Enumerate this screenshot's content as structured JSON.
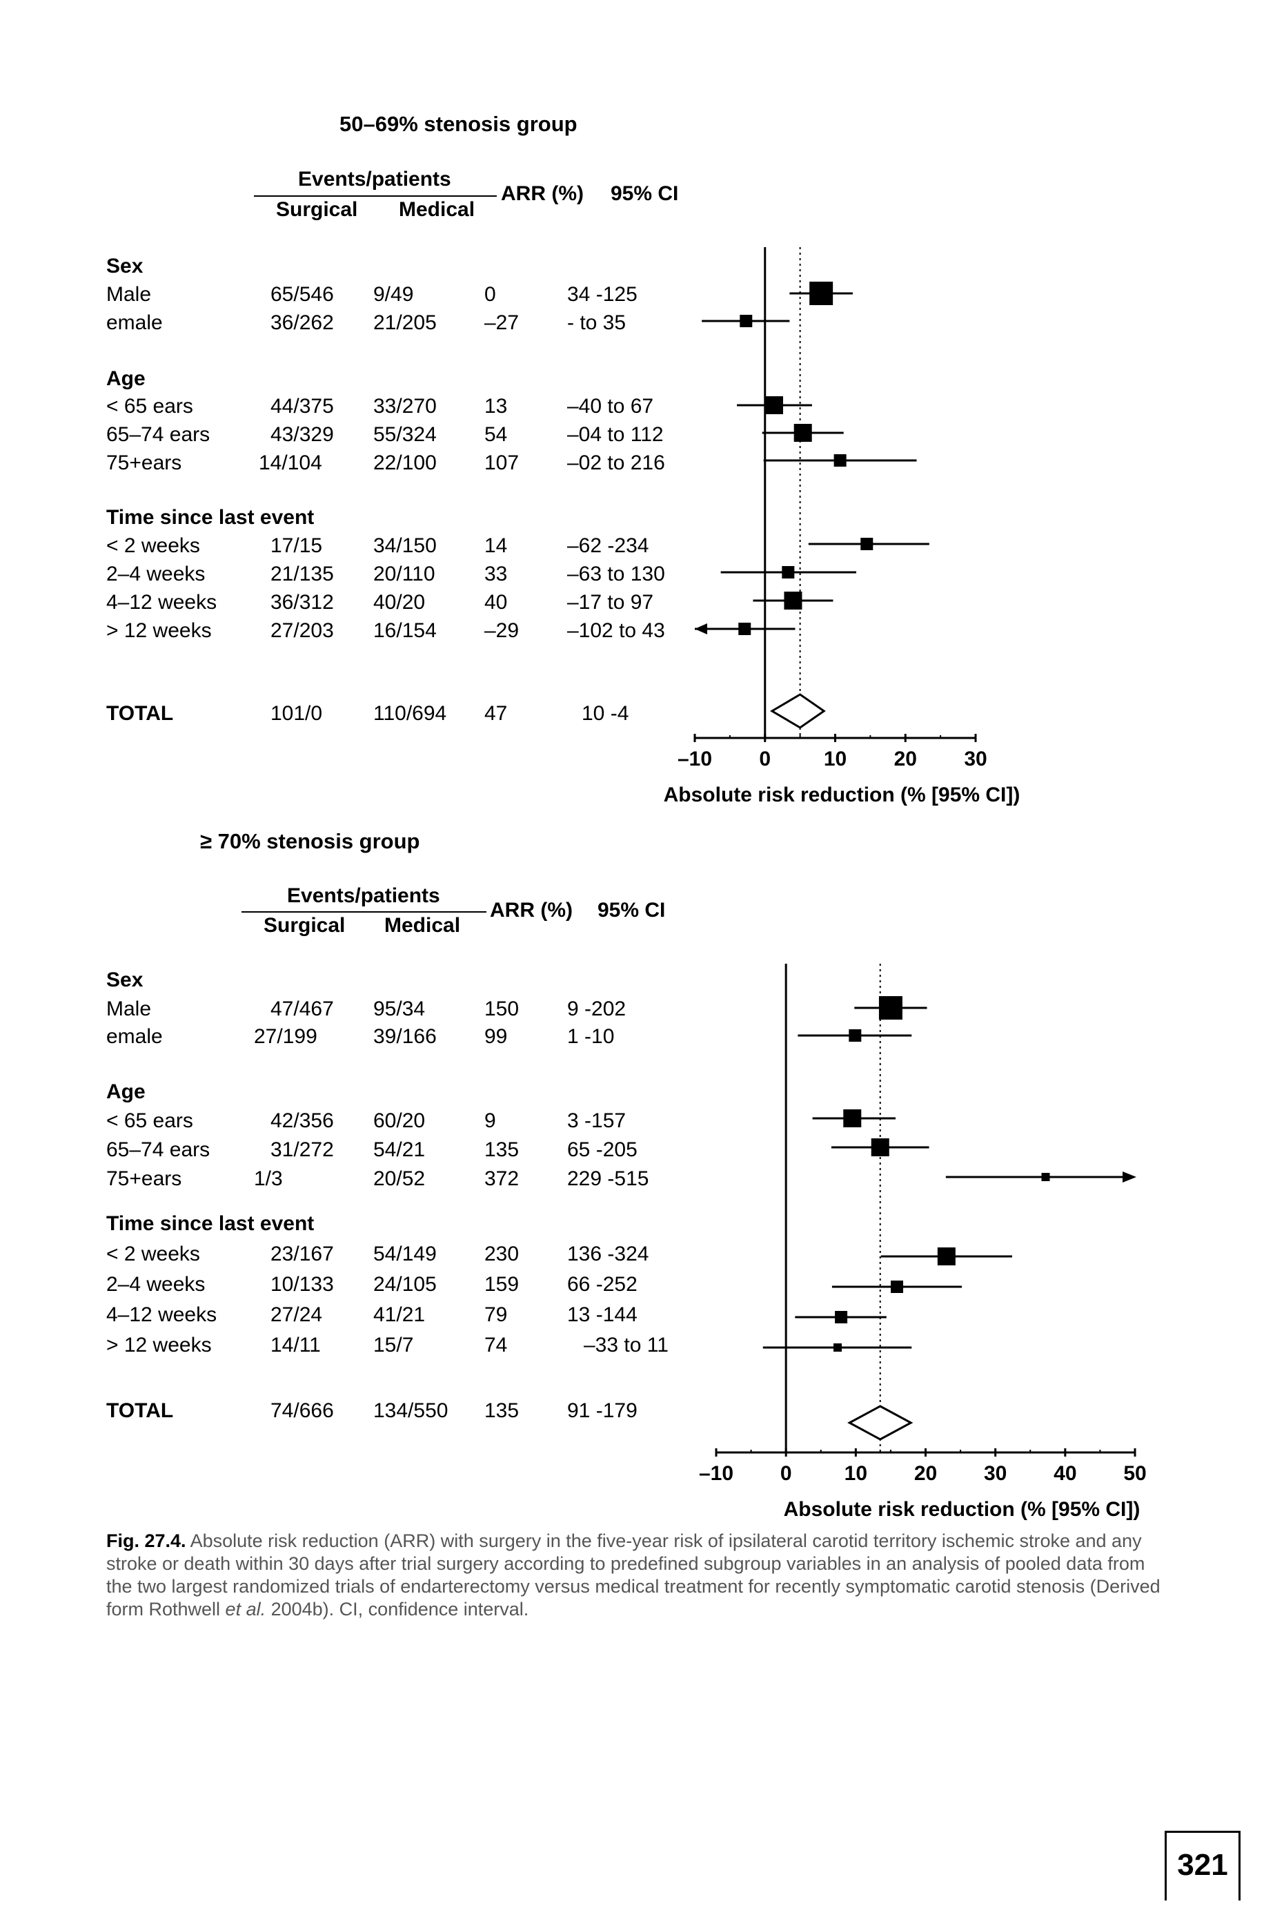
{
  "chart_data": [
    {
      "type": "forest",
      "title": "50–69% stenosis group",
      "columns": {
        "group": "Events/patients",
        "surgical": "Surgical",
        "medical": "Medical",
        "arr": "ARR (%)",
        "ci": "95% CI"
      },
      "xlabel": "Absolute risk reduction (% [95% CI])",
      "xticks": [
        "–10",
        "0",
        "10",
        "20",
        "30"
      ],
      "xlim": [
        -10,
        30
      ],
      "reference_line": 5,
      "sections": [
        {
          "label": "Sex",
          "rows": [
            {
              "label": "Male",
              "surgical": "65/546",
              "medical": "9/49",
              "arr": "0",
              "ci": "34 -125",
              "est": 8,
              "lo": 3.5,
              "hi": 12.5,
              "size": "large"
            },
            {
              "label": "emale",
              "surgical": "36/262",
              "medical": "21/205",
              "arr": "–27",
              "ci": "- to 35",
              "est": -2.7,
              "lo": -9,
              "hi": 3.5,
              "size": "small"
            }
          ]
        },
        {
          "label": "Age",
          "rows": [
            {
              "label": "< 65 ears",
              "surgical": "44/375",
              "medical": "33/270",
              "arr": "13",
              "ci": "–40 to 67",
              "est": 1.3,
              "lo": -4,
              "hi": 6.7,
              "size": "medium"
            },
            {
              "label": "65–74 ears",
              "surgical": "43/329",
              "medical": "55/324",
              "arr": "54",
              "ci": "–04 to 112",
              "est": 5.4,
              "lo": -0.4,
              "hi": 11.2,
              "size": "medium"
            },
            {
              "label": "75+ears",
              "surgical": "14/104",
              "medical": "22/100",
              "arr": "107",
              "ci": "–02 to 216",
              "est": 10.7,
              "lo": -0.2,
              "hi": 21.6,
              "size": "small"
            }
          ]
        },
        {
          "label": "Time since last event",
          "rows": [
            {
              "label": "< 2 weeks",
              "surgical": "17/15",
              "medical": "34/150",
              "arr": "14",
              "ci": "–62 -234",
              "est": 14.5,
              "lo": 6.2,
              "hi": 23.4,
              "size": "small"
            },
            {
              "label": "2–4 weeks",
              "surgical": "21/135",
              "medical": "20/110",
              "arr": "33",
              "ci": "–63 to 130",
              "est": 3.3,
              "lo": -6.3,
              "hi": 13,
              "size": "small"
            },
            {
              "label": "4–12 weeks",
              "surgical": "36/312",
              "medical": "40/20",
              "arr": "40",
              "ci": "–17 to 97",
              "est": 4,
              "lo": -1.7,
              "hi": 9.7,
              "size": "medium"
            },
            {
              "label": "> 12 weeks",
              "surgical": "27/203",
              "medical": "16/154",
              "arr": "–29",
              "ci": "–102 to 43",
              "est": -2.9,
              "lo": -10.2,
              "hi": 4.3,
              "size": "small",
              "arrow_left": true
            }
          ]
        }
      ],
      "total": {
        "label": "TOTAL",
        "surgical": "101/0",
        "medical": "110/694",
        "arr": "47",
        "ci": "10 -4",
        "est": 5,
        "lo": 1,
        "hi": 8.4
      }
    },
    {
      "type": "forest",
      "title": "≥ 70% stenosis group",
      "columns": {
        "group": "Events/patients",
        "surgical": "Surgical",
        "medical": "Medical",
        "arr": "ARR (%)",
        "ci": "95% CI"
      },
      "xlabel": "Absolute risk reduction (% [95% CI])",
      "xticks": [
        "–10",
        "0",
        "10",
        "20",
        "30",
        "40",
        "50"
      ],
      "xlim": [
        -10,
        50
      ],
      "reference_line": 13.5,
      "sections": [
        {
          "label": "Sex",
          "rows": [
            {
              "label": "Male",
              "surgical": "47/467",
              "medical": "95/34",
              "arr": "150",
              "ci": "9 -202",
              "est": 15,
              "lo": 9.8,
              "hi": 20.2,
              "size": "large"
            },
            {
              "label": "emale",
              "surgical": "27/199",
              "medical": "39/166",
              "arr": "99",
              "ci": "1 -10",
              "est": 9.9,
              "lo": 1.7,
              "hi": 18,
              "size": "small"
            }
          ]
        },
        {
          "label": "Age",
          "rows": [
            {
              "label": "< 65 ears",
              "surgical": "42/356",
              "medical": "60/20",
              "arr": "9",
              "ci": "3 -157",
              "est": 9.5,
              "lo": 3.8,
              "hi": 15.7,
              "size": "medium"
            },
            {
              "label": "65–74 ears",
              "surgical": "31/272",
              "medical": "54/21",
              "arr": "135",
              "ci": "65 -205",
              "est": 13.5,
              "lo": 6.5,
              "hi": 20.5,
              "size": "medium"
            },
            {
              "label": "75+ears",
              "surgical": "1/3",
              "medical": "20/52",
              "arr": "372",
              "ci": "229 -515",
              "est": 37.2,
              "lo": 22.9,
              "hi": 51.5,
              "size": "tiny",
              "arrow_right": true
            }
          ]
        },
        {
          "label": "Time since last event",
          "rows": [
            {
              "label": "< 2 weeks",
              "surgical": "23/167",
              "medical": "54/149",
              "arr": "230",
              "ci": "136 -324",
              "est": 23,
              "lo": 13.6,
              "hi": 32.4,
              "size": "medium"
            },
            {
              "label": "2–4 weeks",
              "surgical": "10/133",
              "medical": "24/105",
              "arr": "159",
              "ci": "66 -252",
              "est": 15.9,
              "lo": 6.6,
              "hi": 25.2,
              "size": "small"
            },
            {
              "label": "4–12 weeks",
              "surgical": "27/24",
              "medical": "41/21",
              "arr": "79",
              "ci": "13 -144",
              "est": 7.9,
              "lo": 1.3,
              "hi": 14.4,
              "size": "small"
            },
            {
              "label": "> 12 weeks",
              "surgical": "14/11",
              "medical": "15/7",
              "arr": "74",
              "ci": "–33 to 11",
              "est": 7.4,
              "lo": -3.3,
              "hi": 18,
              "size": "tiny"
            }
          ]
        }
      ],
      "total": {
        "label": "TOTAL",
        "surgical": "74/666",
        "medical": "134/550",
        "arr": "135",
        "ci": "91 -179",
        "est": 13.5,
        "lo": 9.1,
        "hi": 17.9
      }
    }
  ],
  "caption": {
    "fig_label": "Fig. 27.4.",
    "text": "Absolute risk reduction (ARR) with surgery in the five-year risk of ipsilateral carotid territory ischemic stroke and any stroke or death within 30 days after trial surgery according to predefined subgroup variables in an analysis of pooled data from the two largest randomized trials of endarterectomy versus medical treatment for recently symptomatic carotid stenosis (Derived form Rothwell ",
    "et_al": "et al.",
    "text_end": " 2004b). CI, confidence interval."
  },
  "page_number": "321"
}
